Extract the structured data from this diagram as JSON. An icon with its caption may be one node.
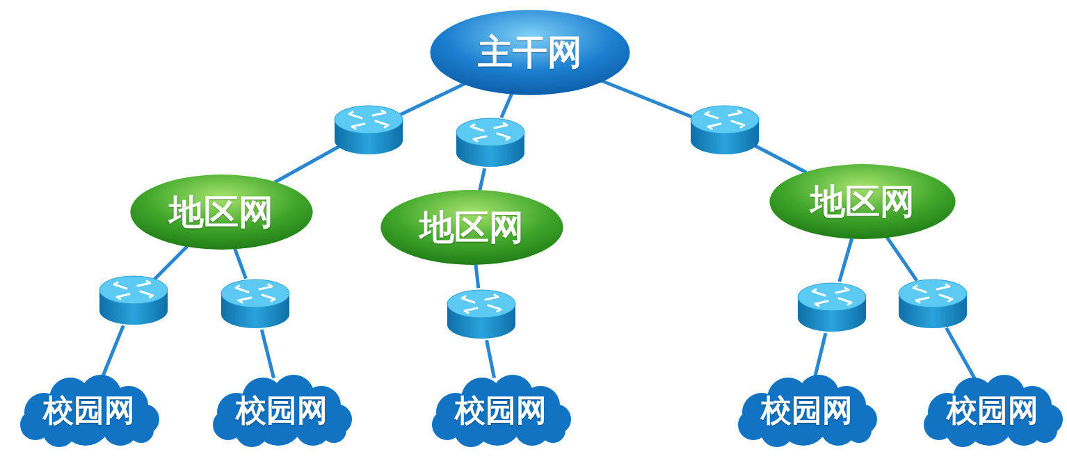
{
  "diagram": {
    "nodes": [
      {
        "text": [
          "主干网"
        ]
      },
      {
        "text": [],
        "shape": "cylinder"
      },
      {
        "text": [],
        "shape": "cylinder"
      },
      {
        "text": [],
        "shape": "cylinder"
      },
      {
        "text": [
          "地区网"
        ]
      },
      {
        "text": [
          "地区网"
        ]
      },
      {
        "text": [
          "地区网"
        ]
      },
      {
        "text": [],
        "shape": "cylinder"
      },
      {
        "text": [],
        "shape": "cylinder"
      },
      {
        "text": [],
        "shape": "cylinder"
      },
      {
        "text": [],
        "shape": "cylinder"
      },
      {
        "text": [],
        "shape": "cylinder"
      },
      {
        "text": [
          "校园网"
        ]
      },
      {
        "text": [
          "校园网"
        ]
      },
      {
        "text": [
          "校园网"
        ]
      },
      {
        "text": [
          "校园网"
        ]
      },
      {
        "text": [
          "校园网"
        ]
      }
    ],
    "edges": [
      {
        "from": 0,
        "to": 1,
        "arrow": "none"
      },
      {
        "from": 1,
        "to": 4,
        "arrow": "none"
      },
      {
        "from": 0,
        "to": 2,
        "arrow": "none"
      },
      {
        "from": 2,
        "to": 5,
        "arrow": "none"
      },
      {
        "from": 0,
        "to": 3,
        "arrow": "none"
      },
      {
        "from": 3,
        "to": 6,
        "arrow": "none"
      },
      {
        "from": 4,
        "to": 7,
        "arrow": "none"
      },
      {
        "from": 7,
        "to": 12,
        "arrow": "none"
      },
      {
        "from": 4,
        "to": 8,
        "arrow": "none"
      },
      {
        "from": 8,
        "to": 13,
        "arrow": "none"
      },
      {
        "from": 5,
        "to": 9,
        "arrow": "none"
      },
      {
        "from": 9,
        "to": 14,
        "arrow": "none"
      },
      {
        "from": 6,
        "to": 10,
        "arrow": "none"
      },
      {
        "from": 10,
        "to": 15,
        "arrow": "none"
      },
      {
        "from": 6,
        "to": 11,
        "arrow": "none"
      },
      {
        "from": 11,
        "to": 16,
        "arrow": "none"
      }
    ]
  }
}
